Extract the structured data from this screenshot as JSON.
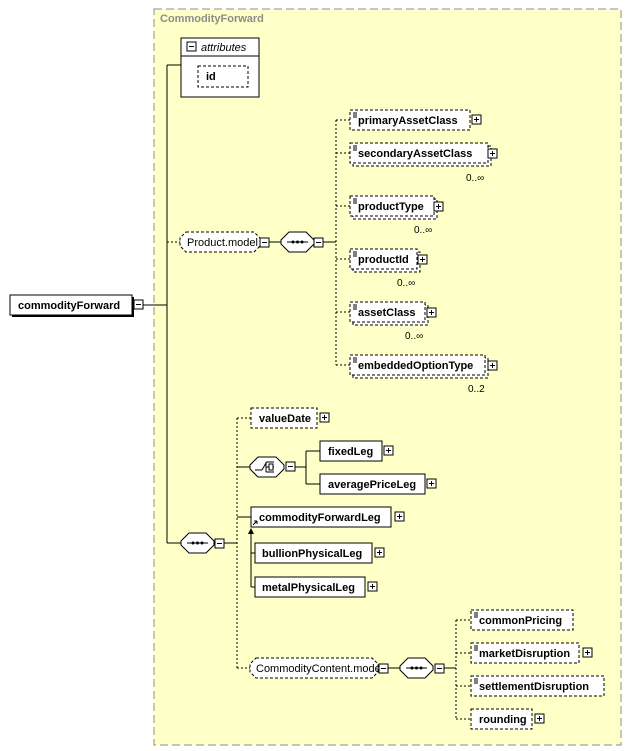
{
  "root": {
    "label": "commodityForward"
  },
  "complex_type": {
    "title": "CommodityForward"
  },
  "attributes": {
    "title": "attributes",
    "items": [
      "id"
    ]
  },
  "product_model": {
    "label": "Product.model",
    "elements": [
      {
        "label": "primaryAssetClass",
        "optional": true,
        "multiple": false,
        "card": ""
      },
      {
        "label": "secondaryAssetClass",
        "optional": true,
        "multiple": true,
        "card": "0..∞"
      },
      {
        "label": "productType",
        "optional": true,
        "multiple": true,
        "card": "0..∞"
      },
      {
        "label": "productId",
        "optional": true,
        "multiple": true,
        "card": "0..∞"
      },
      {
        "label": "assetClass",
        "optional": true,
        "multiple": true,
        "card": "0..∞"
      },
      {
        "label": "embeddedOptionType",
        "optional": true,
        "multiple": true,
        "card": "0..2"
      }
    ]
  },
  "sequence": {
    "value_date": "valueDate",
    "choice_items": [
      "fixedLeg",
      "averagePriceLeg"
    ],
    "substitution_head": "commodityForwardLeg",
    "substitution_members": [
      "bullionPhysicalLeg",
      "metalPhysicalLeg"
    ]
  },
  "commodity_content": {
    "label": "CommodityContent.model",
    "elements": [
      {
        "label": "commonPricing",
        "expandable": false
      },
      {
        "label": "marketDisruption",
        "expandable": true
      },
      {
        "label": "settlementDisruption",
        "expandable": false
      },
      {
        "label": "rounding",
        "expandable": true
      }
    ]
  },
  "colors": {
    "group_fill": "#ffffc8",
    "group_border": "#8c8c8c",
    "line": "#000000"
  }
}
